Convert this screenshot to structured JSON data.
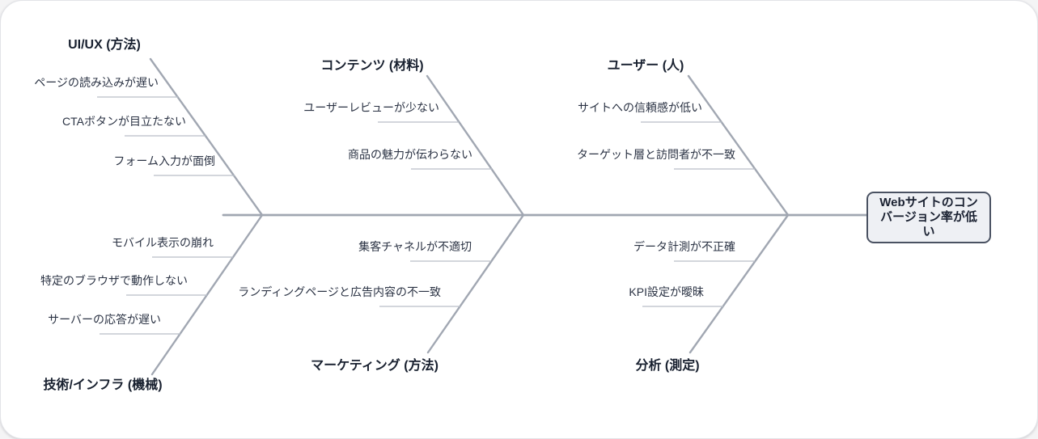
{
  "diagram": {
    "type": "fishbone",
    "effect": {
      "label": "Webサイトのコンバージョン率が低い"
    },
    "branches": [
      {
        "id": "uiux",
        "position": "top",
        "label": "UI/UX (方法)",
        "causes": [
          "ページの読み込みが遅い",
          "CTAボタンが目立たない",
          "フォーム入力が面倒"
        ]
      },
      {
        "id": "content",
        "position": "top",
        "label": "コンテンツ (材料)",
        "causes": [
          "ユーザーレビューが少ない",
          "商品の魅力が伝わらない"
        ]
      },
      {
        "id": "user",
        "position": "top",
        "label": "ユーザー (人)",
        "causes": [
          "サイトへの信頼感が低い",
          "ターゲット層と訪問者が不一致"
        ]
      },
      {
        "id": "tech",
        "position": "bottom",
        "label": "技術/インフラ (機械)",
        "causes": [
          "モバイル表示の崩れ",
          "特定のブラウザで動作しない",
          "サーバーの応答が遅い"
        ]
      },
      {
        "id": "marketing",
        "position": "bottom",
        "label": "マーケティング (方法)",
        "causes": [
          "集客チャネルが不適切",
          "ランディングページと広告内容の不一致"
        ]
      },
      {
        "id": "analysis",
        "position": "bottom",
        "label": "分析 (測定)",
        "causes": [
          "データ計測が不正確",
          "KPI設定が曖昧"
        ]
      }
    ],
    "colors": {
      "bone_line": "#a1a7b2",
      "cause_line": "#b9bec8",
      "text": "#2b3344",
      "heading_text": "#18202f",
      "effect_bg": "#eef0f4",
      "effect_border": "#4a5262",
      "canvas_bg": "#ffffff"
    }
  }
}
